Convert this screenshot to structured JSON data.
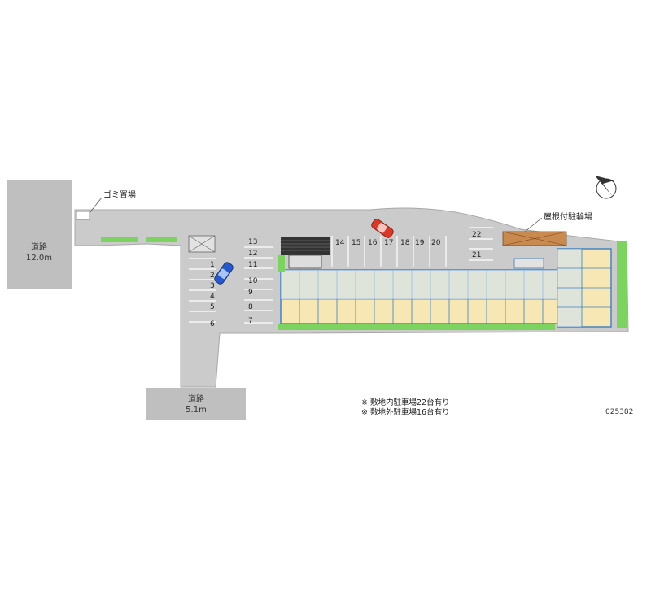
{
  "roads": {
    "west_name": "道路",
    "west_width": "12.0m",
    "south_name": "道路",
    "south_width": "5.1m"
  },
  "labels": {
    "garbage": "ゴミ置場",
    "bicycle": "屋根付駐輪場"
  },
  "parking": {
    "west_slots": [
      "1",
      "2",
      "3",
      "4",
      "5",
      "6"
    ],
    "middle_slots": [
      "13",
      "12",
      "11",
      "10",
      "9",
      "8",
      "7"
    ],
    "north_slots": [
      "14",
      "15",
      "16",
      "17",
      "18",
      "19",
      "20"
    ],
    "east_slots": [
      "22",
      "21"
    ]
  },
  "notes": {
    "mark": "※",
    "onsite": "敷地内駐車場22台有り",
    "offsite": "敷地外駐車場16台有り"
  },
  "code": "025382",
  "colors": {
    "paving": "#cbcbcb",
    "road": "#bfbfbf",
    "green": "#7dd35f",
    "building": "#3d7ebd",
    "unit": "#f7e7b5",
    "car_blue": "#2857c7",
    "car_red": "#d83a2a",
    "bike_shed": "#c98a50"
  }
}
